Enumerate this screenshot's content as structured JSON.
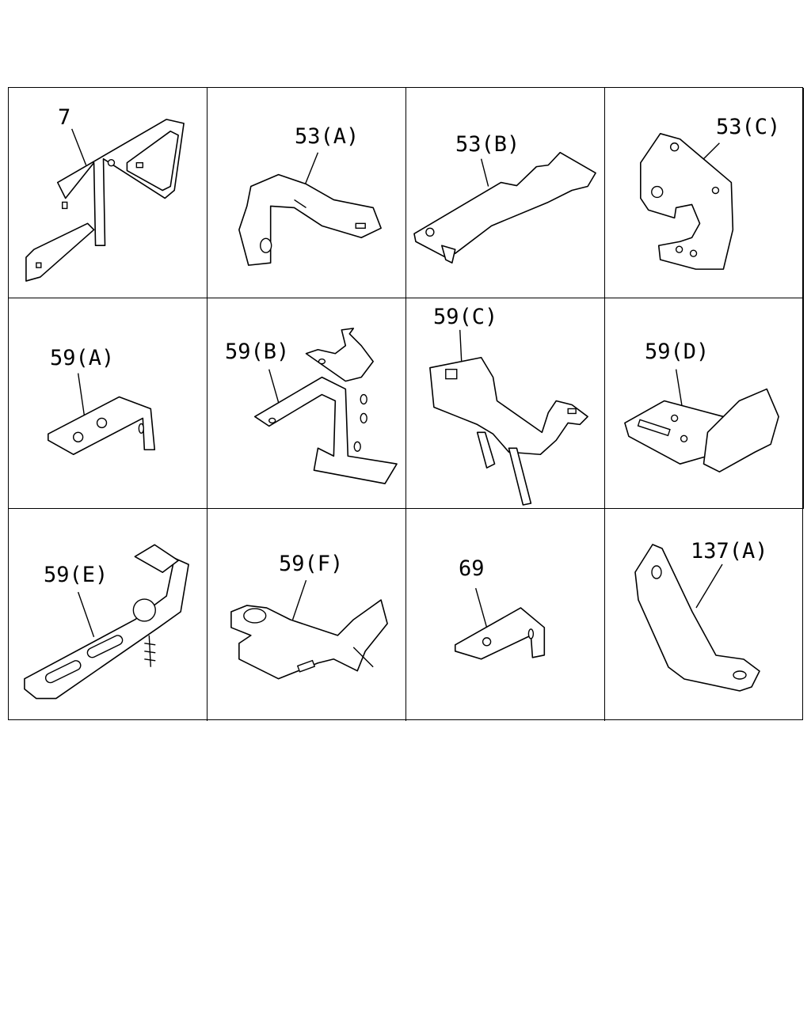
{
  "parts": [
    {
      "id": "p7",
      "label": "7"
    },
    {
      "id": "p53a",
      "label": "53(A)"
    },
    {
      "id": "p53b",
      "label": "53(B)"
    },
    {
      "id": "p53c",
      "label": "53(C)"
    },
    {
      "id": "p59a",
      "label": "59(A)"
    },
    {
      "id": "p59b",
      "label": "59(B)"
    },
    {
      "id": "p59c",
      "label": "59(C)"
    },
    {
      "id": "p59d",
      "label": "59(D)"
    },
    {
      "id": "p59e",
      "label": "59(E)"
    },
    {
      "id": "p59f",
      "label": "59(F)"
    },
    {
      "id": "p69",
      "label": "69"
    },
    {
      "id": "p137a",
      "label": "137(A)"
    }
  ]
}
